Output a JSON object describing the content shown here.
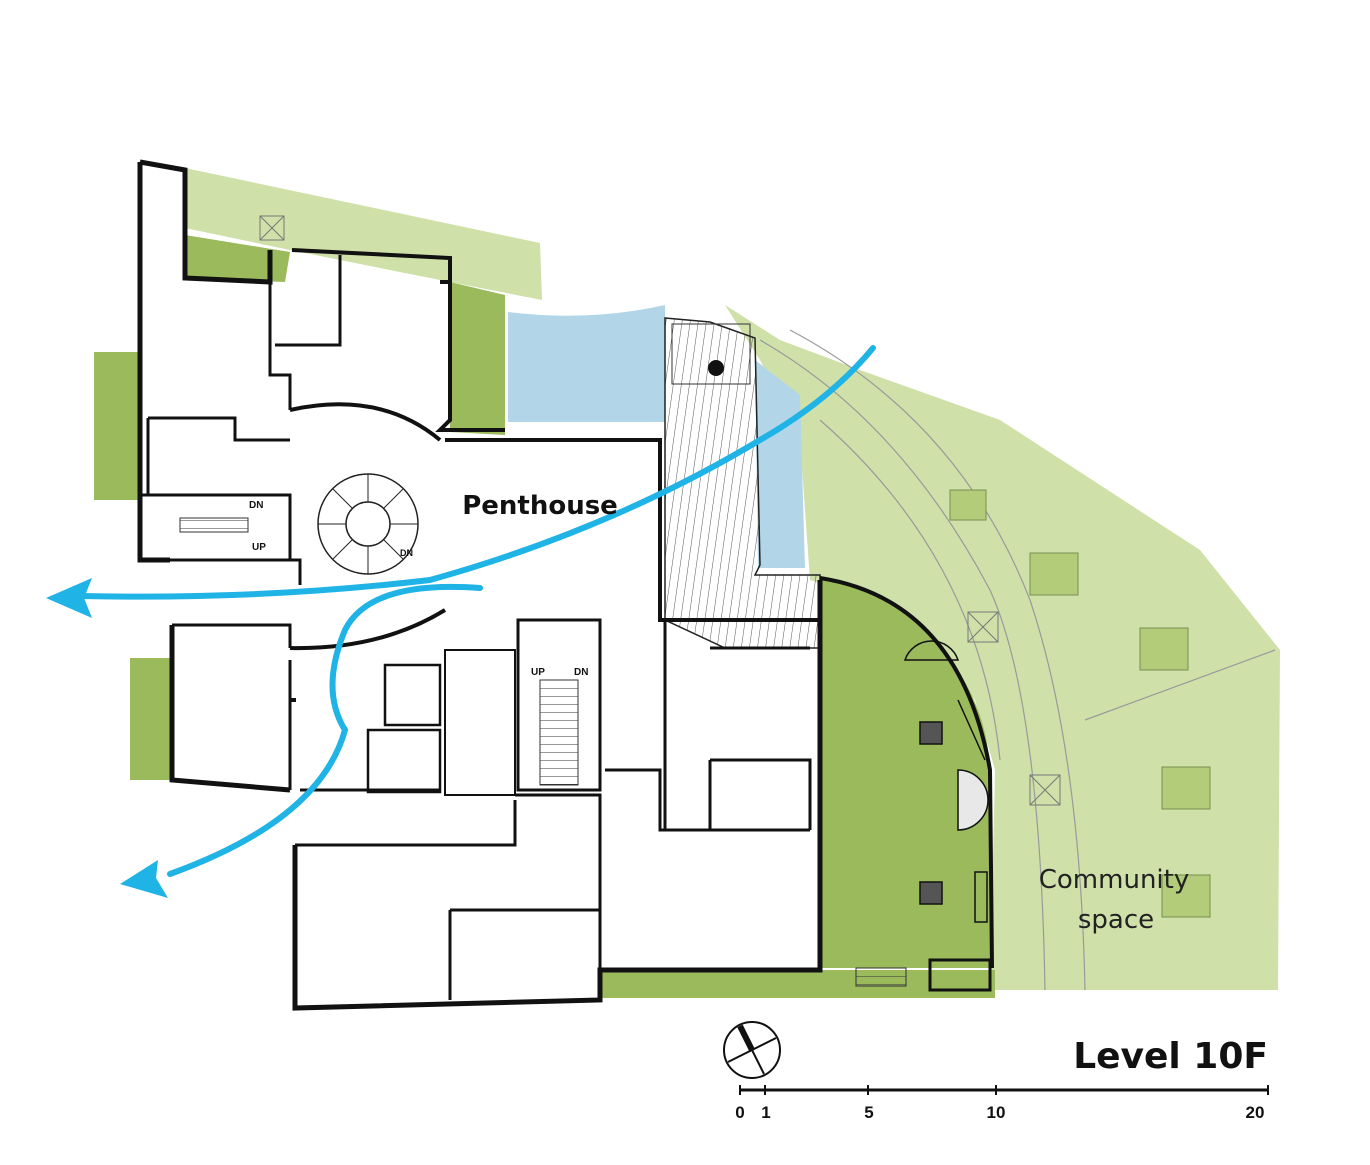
{
  "colors": {
    "light_green": "#cfe0a9",
    "dark_green": "#9aba5c",
    "water": "#b2d6e7",
    "arrow": "#1fb3e6",
    "wall": "#111111"
  },
  "labels": {
    "penthouse": "Penthouse",
    "community_line1": "Community",
    "community_line2": "space",
    "level": "Level 10F"
  },
  "stairs": {
    "up1": "UP",
    "dn1": "DN",
    "up2": "UP",
    "dn2": "DN",
    "dn_spiral": "DN"
  },
  "compass": {
    "icon": "north-arrow-icon"
  },
  "scale_bar": {
    "ticks": [
      "0",
      "1",
      "5",
      "10",
      "20"
    ]
  }
}
